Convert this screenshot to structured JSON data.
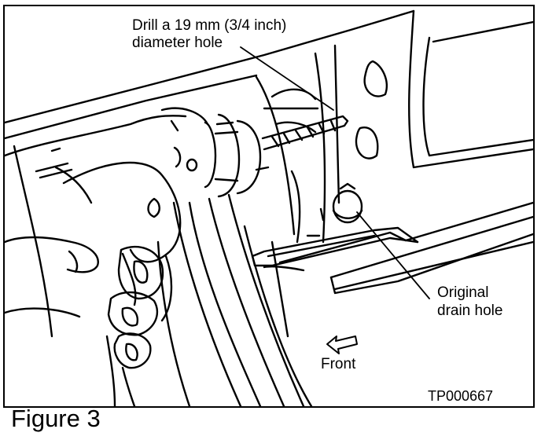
{
  "drill_callout": {
    "line1": "Drill a 19 mm (3/4 inch)",
    "line2": "diameter hole"
  },
  "drain_callout": {
    "line1": "Original",
    "line2": "drain hole"
  },
  "direction_label": "Front",
  "figure_code": "TP000667",
  "caption": "Figure 3",
  "icons": {
    "front_arrow": "left-arrow-icon"
  },
  "colors": {
    "line": "#000000",
    "background": "#ffffff"
  }
}
